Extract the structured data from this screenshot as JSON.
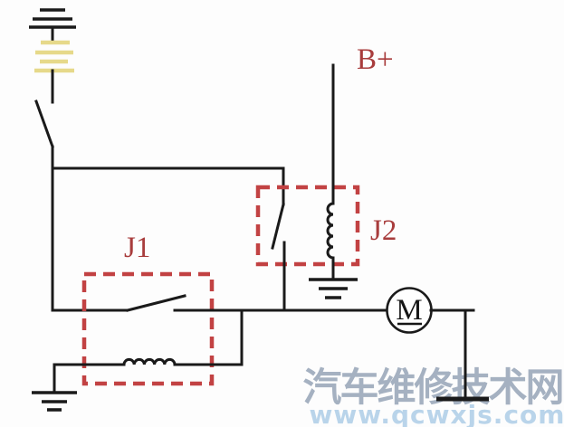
{
  "diagram": {
    "labels": {
      "power": "B+",
      "relay1": "J1",
      "relay2": "J2",
      "motor": "M"
    },
    "watermark": {
      "site_name": "汽车维修技术网",
      "site_url": "www.qcwxjs.com"
    },
    "icons": {
      "battery-icon": "multi-cell battery plates",
      "ground-icon": "three-bar earth ground",
      "switch-icon": "open contact blade",
      "coil-icon": "relay winding bumps",
      "motor-icon": "circled M motor symbol"
    }
  },
  "colors": {
    "background": "#fdfdfd",
    "wire": "#1a1a1a",
    "relay_box": "#c24243",
    "label": "#a83c3c",
    "battery_cell": "#e6d98a",
    "watermark_cn": "#a5b1c1",
    "watermark_url": "#b9d4ea"
  }
}
